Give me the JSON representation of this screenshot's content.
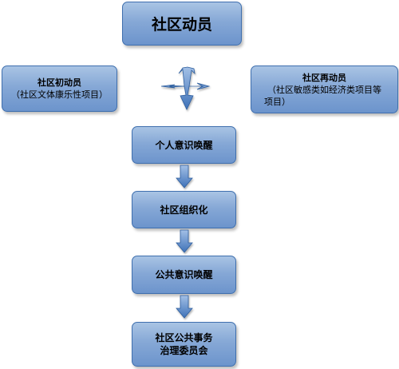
{
  "colors": {
    "box_top": "#a9c4e4",
    "box_bottom": "#6c94cc",
    "box_border": "#3f6fae",
    "arrow_fill": "#4f7fc0"
  },
  "nodes": {
    "top": {
      "label": "社区动员"
    },
    "left": {
      "title": "社区初动员",
      "subtitle": "（社区文体康乐性项目）"
    },
    "right": {
      "title": "社区再动员",
      "subtitle_line1": "（社区敏感类如经济类项目等",
      "subtitle_line2": "项目）"
    },
    "step1": {
      "label": "个人意识唤醒"
    },
    "step2": {
      "label": "社区组织化"
    },
    "step3": {
      "label": "公共意识唤醒"
    },
    "step4": {
      "line1": "社区公共事务",
      "line2": "治理委员会"
    }
  },
  "icons": {
    "split_arrow": "three-way-split-arrow-icon",
    "down_arrow": "down-arrow-icon"
  }
}
